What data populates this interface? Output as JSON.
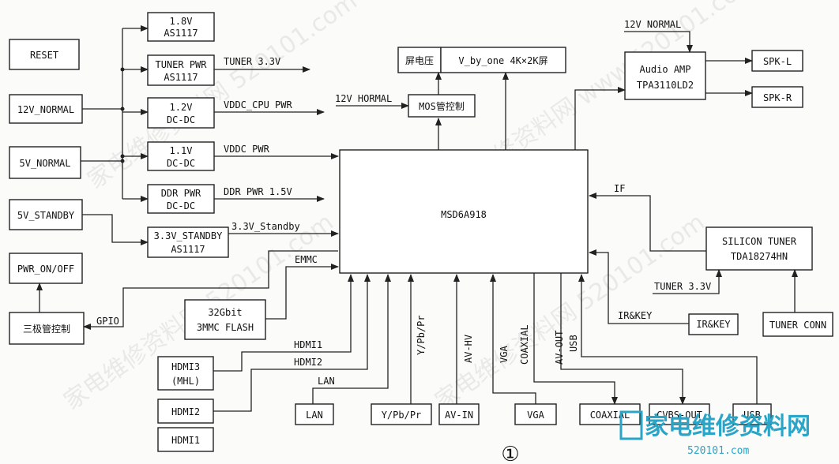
{
  "blocks": {
    "reset": "RESET",
    "v12_normal": "12V_NORMAL",
    "v5_normal": "5V_NORMAL",
    "v5_standby": "5V_STANDBY",
    "pwr_onoff": "PWR_ON/OFF",
    "transistor_ctrl": "三极管控制",
    "as1117_18_l1": "1.8V",
    "as1117_18_l2": "AS1117",
    "tuner_pwr_l1": "TUNER PWR",
    "tuner_pwr_l2": "AS1117",
    "dcdc_12_l1": "1.2V",
    "dcdc_12_l2": "DC-DC",
    "dcdc_11_l1": "1.1V",
    "dcdc_11_l2": "DC-DC",
    "ddr_pwr_l1": "DDR PWR",
    "ddr_pwr_l2": "DC-DC",
    "standby_l1": "3.3V_STANDBY",
    "standby_l2": "AS1117",
    "screen_pwr": "屏电压",
    "vbyone": "V_by_one 4K×2K屏",
    "mos_ctrl": "MOS管控制",
    "soc": "MSD6A918",
    "emmc_l1": "32Gbit",
    "emmc_l2": "3MMC FLASH",
    "hdmi3_l1": "HDMI3",
    "hdmi3_l2": "(MHL)",
    "hdmi2": "HDMI2",
    "hdmi1": "HDMI1",
    "lan": "LAN",
    "ypbpr": "Y/Pb/Pr",
    "avin": "AV-IN",
    "vga": "VGA",
    "coaxial": "COAXIAL",
    "cvbs_out": "CVBS-OUT",
    "usb": "USB",
    "irkey": "IR&KEY",
    "tuner_conn": "TUNER CONN",
    "silicon_l1": "SILICON TUNER",
    "silicon_l2": "TDA18274HN",
    "amp_l1": "Audio AMP",
    "amp_l2": "TPA3110LD2",
    "spk_l": "SPK-L",
    "spk_r": "SPK-R"
  },
  "labels": {
    "tuner33_out": "TUNER 3.3V",
    "vddc_cpu": "VDDC_CPU PWR",
    "vddc": "VDDC PWR",
    "ddr15": "DDR PWR 1.5V",
    "standby33": "3.3V_Standby",
    "v12_mos": "12V HORMAL",
    "v12_amp": "12V NORMAL",
    "if": "IF",
    "tuner33_in": "TUNER 3.3V",
    "irkey_sig": "IR&KEY",
    "emmc_sig": "EMMC",
    "gpio": "GPIO",
    "hdmi1_sig": "HDMI1",
    "hdmi2_sig": "HDMI2",
    "lan_sig": "LAN",
    "ypbpr_sig": "Y/Pb/Pr",
    "avhv_sig": "AV-HV",
    "vga_sig": "VGA",
    "coaxial_sig": "COAXIAL",
    "avout_sig": "AV-OUT",
    "usb_sig": "USB",
    "figure_no": "①"
  },
  "watermark": {
    "logo": "家电维修资料网",
    "url": "520101.com"
  }
}
